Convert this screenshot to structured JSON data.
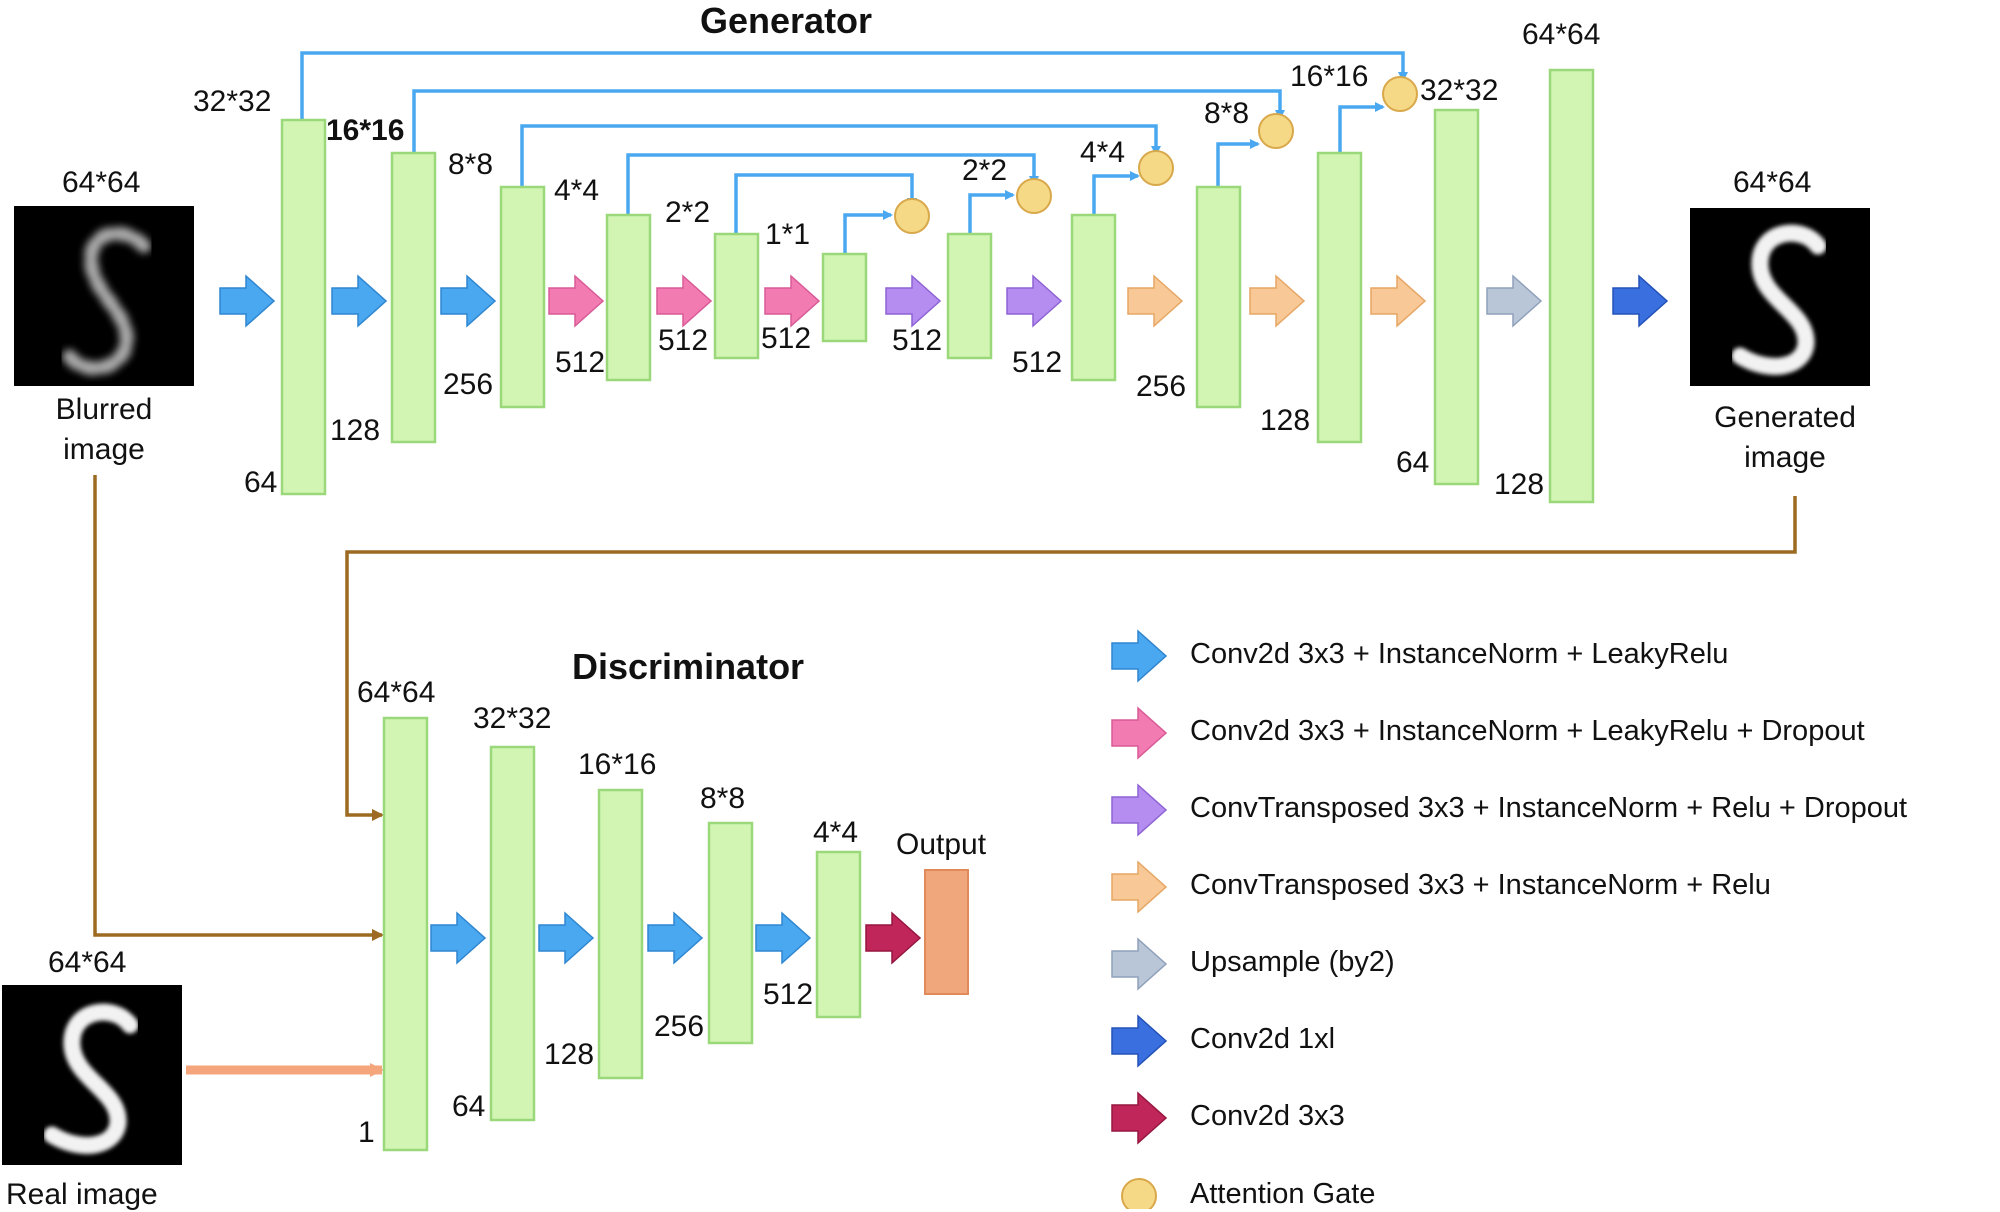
{
  "generator": {
    "title": "Generator",
    "input": {
      "size": "64*64",
      "caption_line1": "Blurred",
      "caption_line2": "image"
    },
    "output": {
      "size": "64*64",
      "caption_line1": "Generated",
      "caption_line2": "image"
    },
    "top_labels": [
      "32*32",
      "16*16",
      "8*8",
      "4*4",
      "2*2",
      "1*1",
      "2*2",
      "4*4",
      "8*8",
      "16*16",
      "32*32",
      "64*64"
    ],
    "channel_labels": [
      "64",
      "128",
      "256",
      "512",
      "512",
      "512",
      "512",
      "512",
      "256",
      "128",
      "64",
      "128"
    ]
  },
  "discriminator": {
    "title": "Discriminator",
    "top_labels": [
      "64*64",
      "32*32",
      "16*16",
      "8*8",
      "4*4"
    ],
    "channel_labels": [
      "1",
      "64",
      "128",
      "256",
      "512"
    ],
    "output_label": "Output",
    "real_image": {
      "size": "64*64",
      "caption": "Real image"
    }
  },
  "legend": [
    {
      "label": "Conv2d 3x3 + InstanceNorm + LeakyRelu",
      "color": "#4aa8f0",
      "icon": "arrow"
    },
    {
      "label": "Conv2d 3x3 + InstanceNorm + LeakyRelu + Dropout",
      "color": "#f27bb2",
      "icon": "arrow"
    },
    {
      "label": "ConvTransposed 3x3 + InstanceNorm + Relu + Dropout",
      "color": "#b58df0",
      "icon": "arrow"
    },
    {
      "label": "ConvTransposed 3x3 + InstanceNorm + Relu",
      "color": "#f8c896",
      "icon": "arrow"
    },
    {
      "label": "Upsample (by2)",
      "color": "#b9c6d8",
      "icon": "arrow"
    },
    {
      "label": "Conv2d 1xl",
      "color": "#3a6fe0",
      "icon": "arrow"
    },
    {
      "label": "Conv2d 3x3",
      "color": "#c0265a",
      "icon": "arrow"
    },
    {
      "label": "Attention Gate",
      "color": "#f5d987",
      "icon": "circle"
    }
  ],
  "colors": {
    "block_fill": "#d2f5b4",
    "block_stroke": "#9ad879",
    "skip_line": "#4aa8f0",
    "connector": "#9c6a20",
    "real_connector": "#f4a57c",
    "output_block": "#f0a77c"
  }
}
